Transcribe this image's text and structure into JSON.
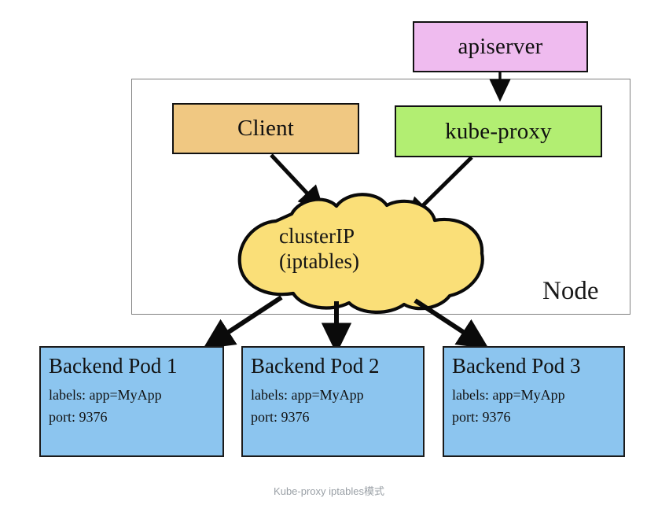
{
  "diagram": {
    "caption": "Kube-proxy iptables模式",
    "node_frame": {
      "label": "Node",
      "border_color": "#808080"
    },
    "boxes": [
      {
        "id": "apiserver",
        "label": "apiserver",
        "color": "#efbbef"
      },
      {
        "id": "client",
        "label": "Client",
        "color": "#f0c882"
      },
      {
        "id": "kube-proxy",
        "label": "kube-proxy",
        "color": "#b2ee72"
      }
    ],
    "cloud": {
      "line1": "clusterIP",
      "line2": "(iptables)",
      "color": "#fadf78"
    },
    "pods": [
      {
        "title": "Backend Pod 1",
        "labels": "labels: app=MyApp",
        "port": "port: 9376",
        "color": "#8cc5ef"
      },
      {
        "title": "Backend Pod 2",
        "labels": "labels: app=MyApp",
        "port": "port: 9376",
        "color": "#8cc5ef"
      },
      {
        "title": "Backend Pod 3",
        "labels": "labels: app=MyApp",
        "port": "port: 9376",
        "color": "#8cc5ef"
      }
    ],
    "arrows": [
      {
        "name": "apiserver-to-kube-proxy"
      },
      {
        "name": "client-to-clusterip"
      },
      {
        "name": "kube-proxy-to-clusterip"
      },
      {
        "name": "clusterip-to-pod-1"
      },
      {
        "name": "clusterip-to-pod-2"
      },
      {
        "name": "clusterip-to-pod-3"
      }
    ]
  }
}
